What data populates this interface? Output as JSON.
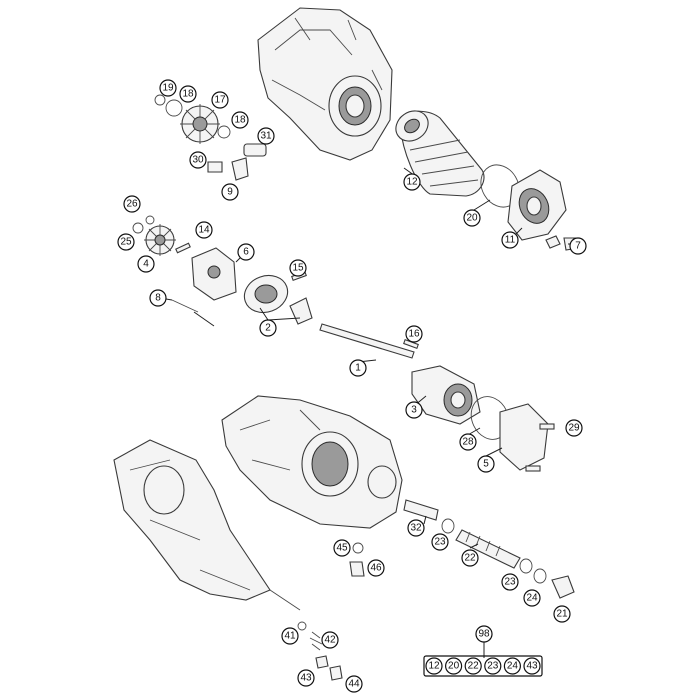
{
  "diagram": {
    "callouts": [
      {
        "id": "c19",
        "label": "19"
      },
      {
        "id": "c18a",
        "label": "18"
      },
      {
        "id": "c17",
        "label": "17"
      },
      {
        "id": "c18b",
        "label": "18"
      },
      {
        "id": "c31",
        "label": "31"
      },
      {
        "id": "c30",
        "label": "30"
      },
      {
        "id": "c9",
        "label": "9"
      },
      {
        "id": "c12",
        "label": "12"
      },
      {
        "id": "c20",
        "label": "20"
      },
      {
        "id": "c11",
        "label": "11"
      },
      {
        "id": "c7",
        "label": "7"
      },
      {
        "id": "c26",
        "label": "26"
      },
      {
        "id": "c25",
        "label": "25"
      },
      {
        "id": "c4",
        "label": "4"
      },
      {
        "id": "c14",
        "label": "14"
      },
      {
        "id": "c6",
        "label": "6"
      },
      {
        "id": "c15",
        "label": "15"
      },
      {
        "id": "c8",
        "label": "8"
      },
      {
        "id": "c2",
        "label": "2"
      },
      {
        "id": "c16",
        "label": "16"
      },
      {
        "id": "c1",
        "label": "1"
      },
      {
        "id": "c3",
        "label": "3"
      },
      {
        "id": "c29",
        "label": "29"
      },
      {
        "id": "c28",
        "label": "28"
      },
      {
        "id": "c5",
        "label": "5"
      },
      {
        "id": "c32",
        "label": "32"
      },
      {
        "id": "c23a",
        "label": "23"
      },
      {
        "id": "c22",
        "label": "22"
      },
      {
        "id": "c45",
        "label": "45"
      },
      {
        "id": "c46",
        "label": "46"
      },
      {
        "id": "c23b",
        "label": "23"
      },
      {
        "id": "c24",
        "label": "24"
      },
      {
        "id": "c21",
        "label": "21"
      },
      {
        "id": "c41",
        "label": "41"
      },
      {
        "id": "c42",
        "label": "42"
      },
      {
        "id": "c43",
        "label": "43"
      },
      {
        "id": "c44",
        "label": "44"
      }
    ],
    "kit": {
      "label": "98",
      "items": [
        "12",
        "20",
        "22",
        "23",
        "24",
        "43"
      ]
    }
  }
}
